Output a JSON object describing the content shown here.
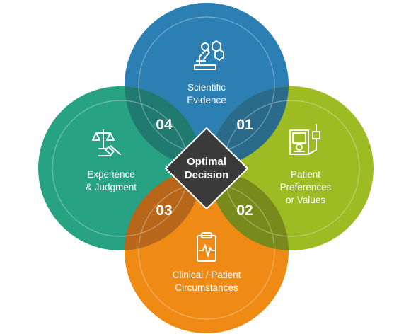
{
  "center": {
    "line1": "Optimal",
    "line2": "Decision"
  },
  "circles": {
    "top": {
      "line1": "Scientific",
      "line2": "Evidence",
      "color": "#2c7fb3",
      "icon": "microscope-icon"
    },
    "right": {
      "line1": "Patient",
      "line2": "Preferences",
      "line3": "or Values",
      "color": "#9dbb22",
      "icon": "patient-monitor-icon"
    },
    "bottom": {
      "line1": "Clinical / Patient",
      "line2": "Circumstances",
      "color": "#ef8b15",
      "icon": "clipboard-heartbeat-icon"
    },
    "left": {
      "line1": "Experience",
      "line2": "& Judgment",
      "color": "#27a283",
      "icon": "scales-gavel-icon"
    }
  },
  "overlaps": {
    "top_right": {
      "number": "01",
      "color": "#2a6a8a"
    },
    "right_bottom": {
      "number": "02",
      "color": "#788a1c"
    },
    "bottom_left": {
      "number": "03",
      "color": "#b8661a"
    },
    "left_top": {
      "number": "04",
      "color": "#217a70"
    }
  },
  "center_color": "#3a3a3a"
}
